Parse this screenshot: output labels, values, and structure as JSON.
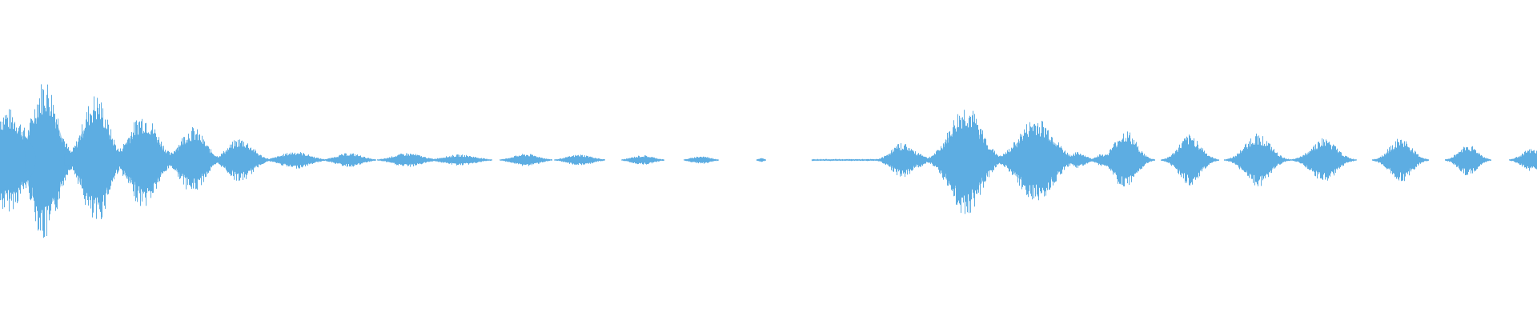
{
  "waveform": {
    "color": "#5dade2",
    "background": "#ffffff",
    "time_range": [
      0,
      1
    ],
    "amplitude_range": [
      -1,
      1
    ],
    "bursts": [
      {
        "center": 0.004,
        "width": 0.012,
        "amplitude": 0.33
      },
      {
        "center": 0.029,
        "width": 0.008,
        "amplitude": 0.52
      },
      {
        "center": 0.045,
        "width": 0.004,
        "amplitude": 0.06
      },
      {
        "center": 0.062,
        "width": 0.008,
        "amplitude": 0.42
      },
      {
        "center": 0.093,
        "width": 0.009,
        "amplitude": 0.3
      },
      {
        "center": 0.125,
        "width": 0.008,
        "amplitude": 0.21
      },
      {
        "center": 0.156,
        "width": 0.008,
        "amplitude": 0.14
      },
      {
        "center": 0.192,
        "width": 0.009,
        "amplitude": 0.055
      },
      {
        "center": 0.227,
        "width": 0.008,
        "amplitude": 0.045
      },
      {
        "center": 0.265,
        "width": 0.009,
        "amplitude": 0.045
      },
      {
        "center": 0.299,
        "width": 0.01,
        "amplitude": 0.035
      },
      {
        "center": 0.342,
        "width": 0.008,
        "amplitude": 0.04
      },
      {
        "center": 0.377,
        "width": 0.008,
        "amplitude": 0.035
      },
      {
        "center": 0.418,
        "width": 0.007,
        "amplitude": 0.03
      },
      {
        "center": 0.456,
        "width": 0.006,
        "amplitude": 0.025
      },
      {
        "center": 0.495,
        "width": 0.002,
        "amplitude": 0.012
      },
      {
        "center": 0.587,
        "width": 0.007,
        "amplitude": 0.11
      },
      {
        "center": 0.597,
        "width": 0.004,
        "amplitude": 0.05
      },
      {
        "center": 0.628,
        "width": 0.01,
        "amplitude": 0.35
      },
      {
        "center": 0.649,
        "width": 0.004,
        "amplitude": 0.03
      },
      {
        "center": 0.674,
        "width": 0.011,
        "amplitude": 0.27
      },
      {
        "center": 0.701,
        "width": 0.005,
        "amplitude": 0.05
      },
      {
        "center": 0.717,
        "width": 0.004,
        "amplitude": 0.04
      },
      {
        "center": 0.732,
        "width": 0.007,
        "amplitude": 0.19
      },
      {
        "center": 0.774,
        "width": 0.007,
        "amplitude": 0.16
      },
      {
        "center": 0.818,
        "width": 0.008,
        "amplitude": 0.17
      },
      {
        "center": 0.861,
        "width": 0.008,
        "amplitude": 0.14
      },
      {
        "center": 0.911,
        "width": 0.007,
        "amplitude": 0.14
      },
      {
        "center": 0.955,
        "width": 0.006,
        "amplitude": 0.1
      },
      {
        "center": 0.996,
        "width": 0.006,
        "amplitude": 0.07
      }
    ],
    "noise_segments": [
      {
        "start": 0.528,
        "end": 0.58,
        "amplitude": 0.006
      }
    ]
  }
}
